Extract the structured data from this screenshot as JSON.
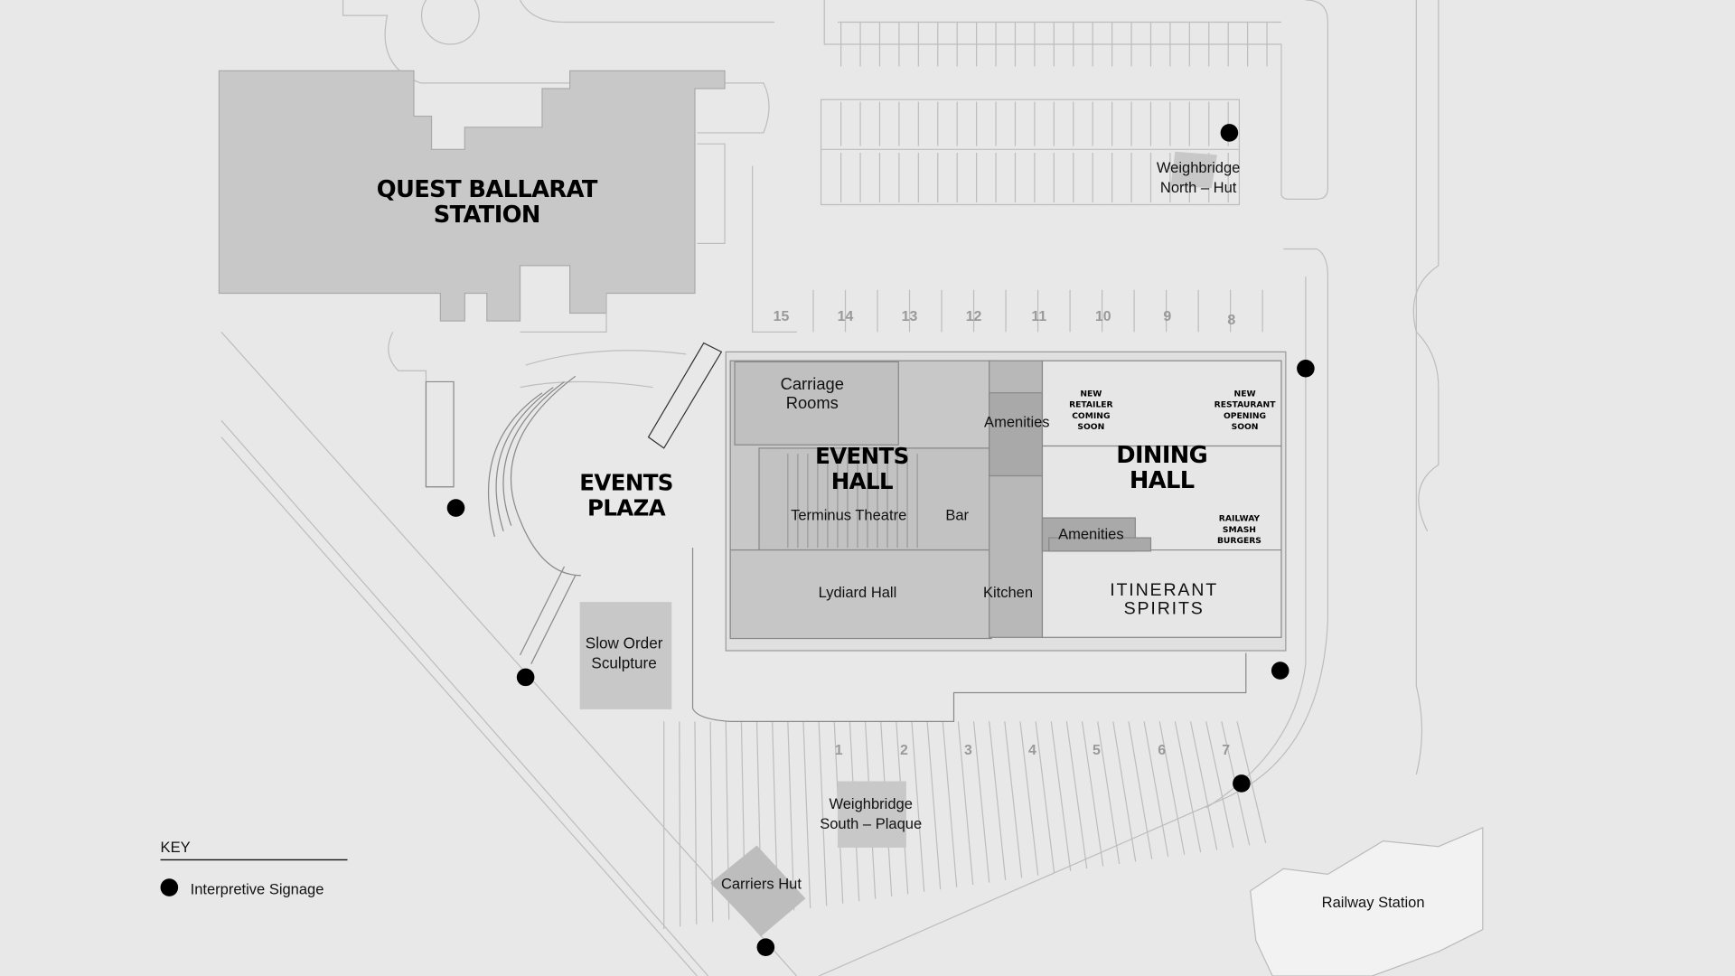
{
  "map": {
    "buildings": {
      "quest": "QUEST BALLARAT",
      "quest2": "STATION",
      "events_plaza": "EVENTS",
      "events_plaza2": "PLAZA",
      "events_hall": "EVENTS",
      "events_hall2": "HALL",
      "dining_hall": "DINING",
      "dining_hall2": "HALL",
      "itinerant": "ITINERANT",
      "itinerant2": "SPIRITS"
    },
    "rooms": {
      "carriage": "Carriage",
      "carriage2": "Rooms",
      "amenities_top": "Amenities",
      "terminus": "Terminus Theatre",
      "bar": "Bar",
      "lydiard": "Lydiard Hall",
      "kitchen": "Kitchen",
      "amenities_bottom": "Amenities"
    },
    "tenants": {
      "retailer": [
        "NEW",
        "RETAILER",
        "COMING",
        "SOON"
      ],
      "restaurant": [
        "NEW",
        "RESTAURANT",
        "OPENING",
        "SOON"
      ],
      "burgers": [
        "RAILWAY",
        "SMASH",
        "BURGERS"
      ]
    },
    "features": {
      "wb_north": "Weighbridge",
      "wb_north2": "North – Hut",
      "slow_order": "Slow Order",
      "slow_order2": "Sculpture",
      "wb_south": "Weighbridge",
      "wb_south2": "South – Plaque",
      "carriers": "Carriers Hut",
      "railway": "Railway Station"
    },
    "bays_top": [
      "15",
      "14",
      "13",
      "12",
      "11",
      "10",
      "9",
      "8"
    ],
    "bays_bottom": [
      "1",
      "2",
      "3",
      "4",
      "5",
      "6",
      "7"
    ]
  },
  "key": {
    "title": "KEY",
    "items": [
      {
        "label": "Interpretive Signage",
        "icon": "signage-dot-icon"
      }
    ]
  },
  "colors": {
    "background": "#e8e8e8",
    "building": "#c8c8c8",
    "building_dark": "#a9a9a9",
    "signage": "#000000"
  }
}
